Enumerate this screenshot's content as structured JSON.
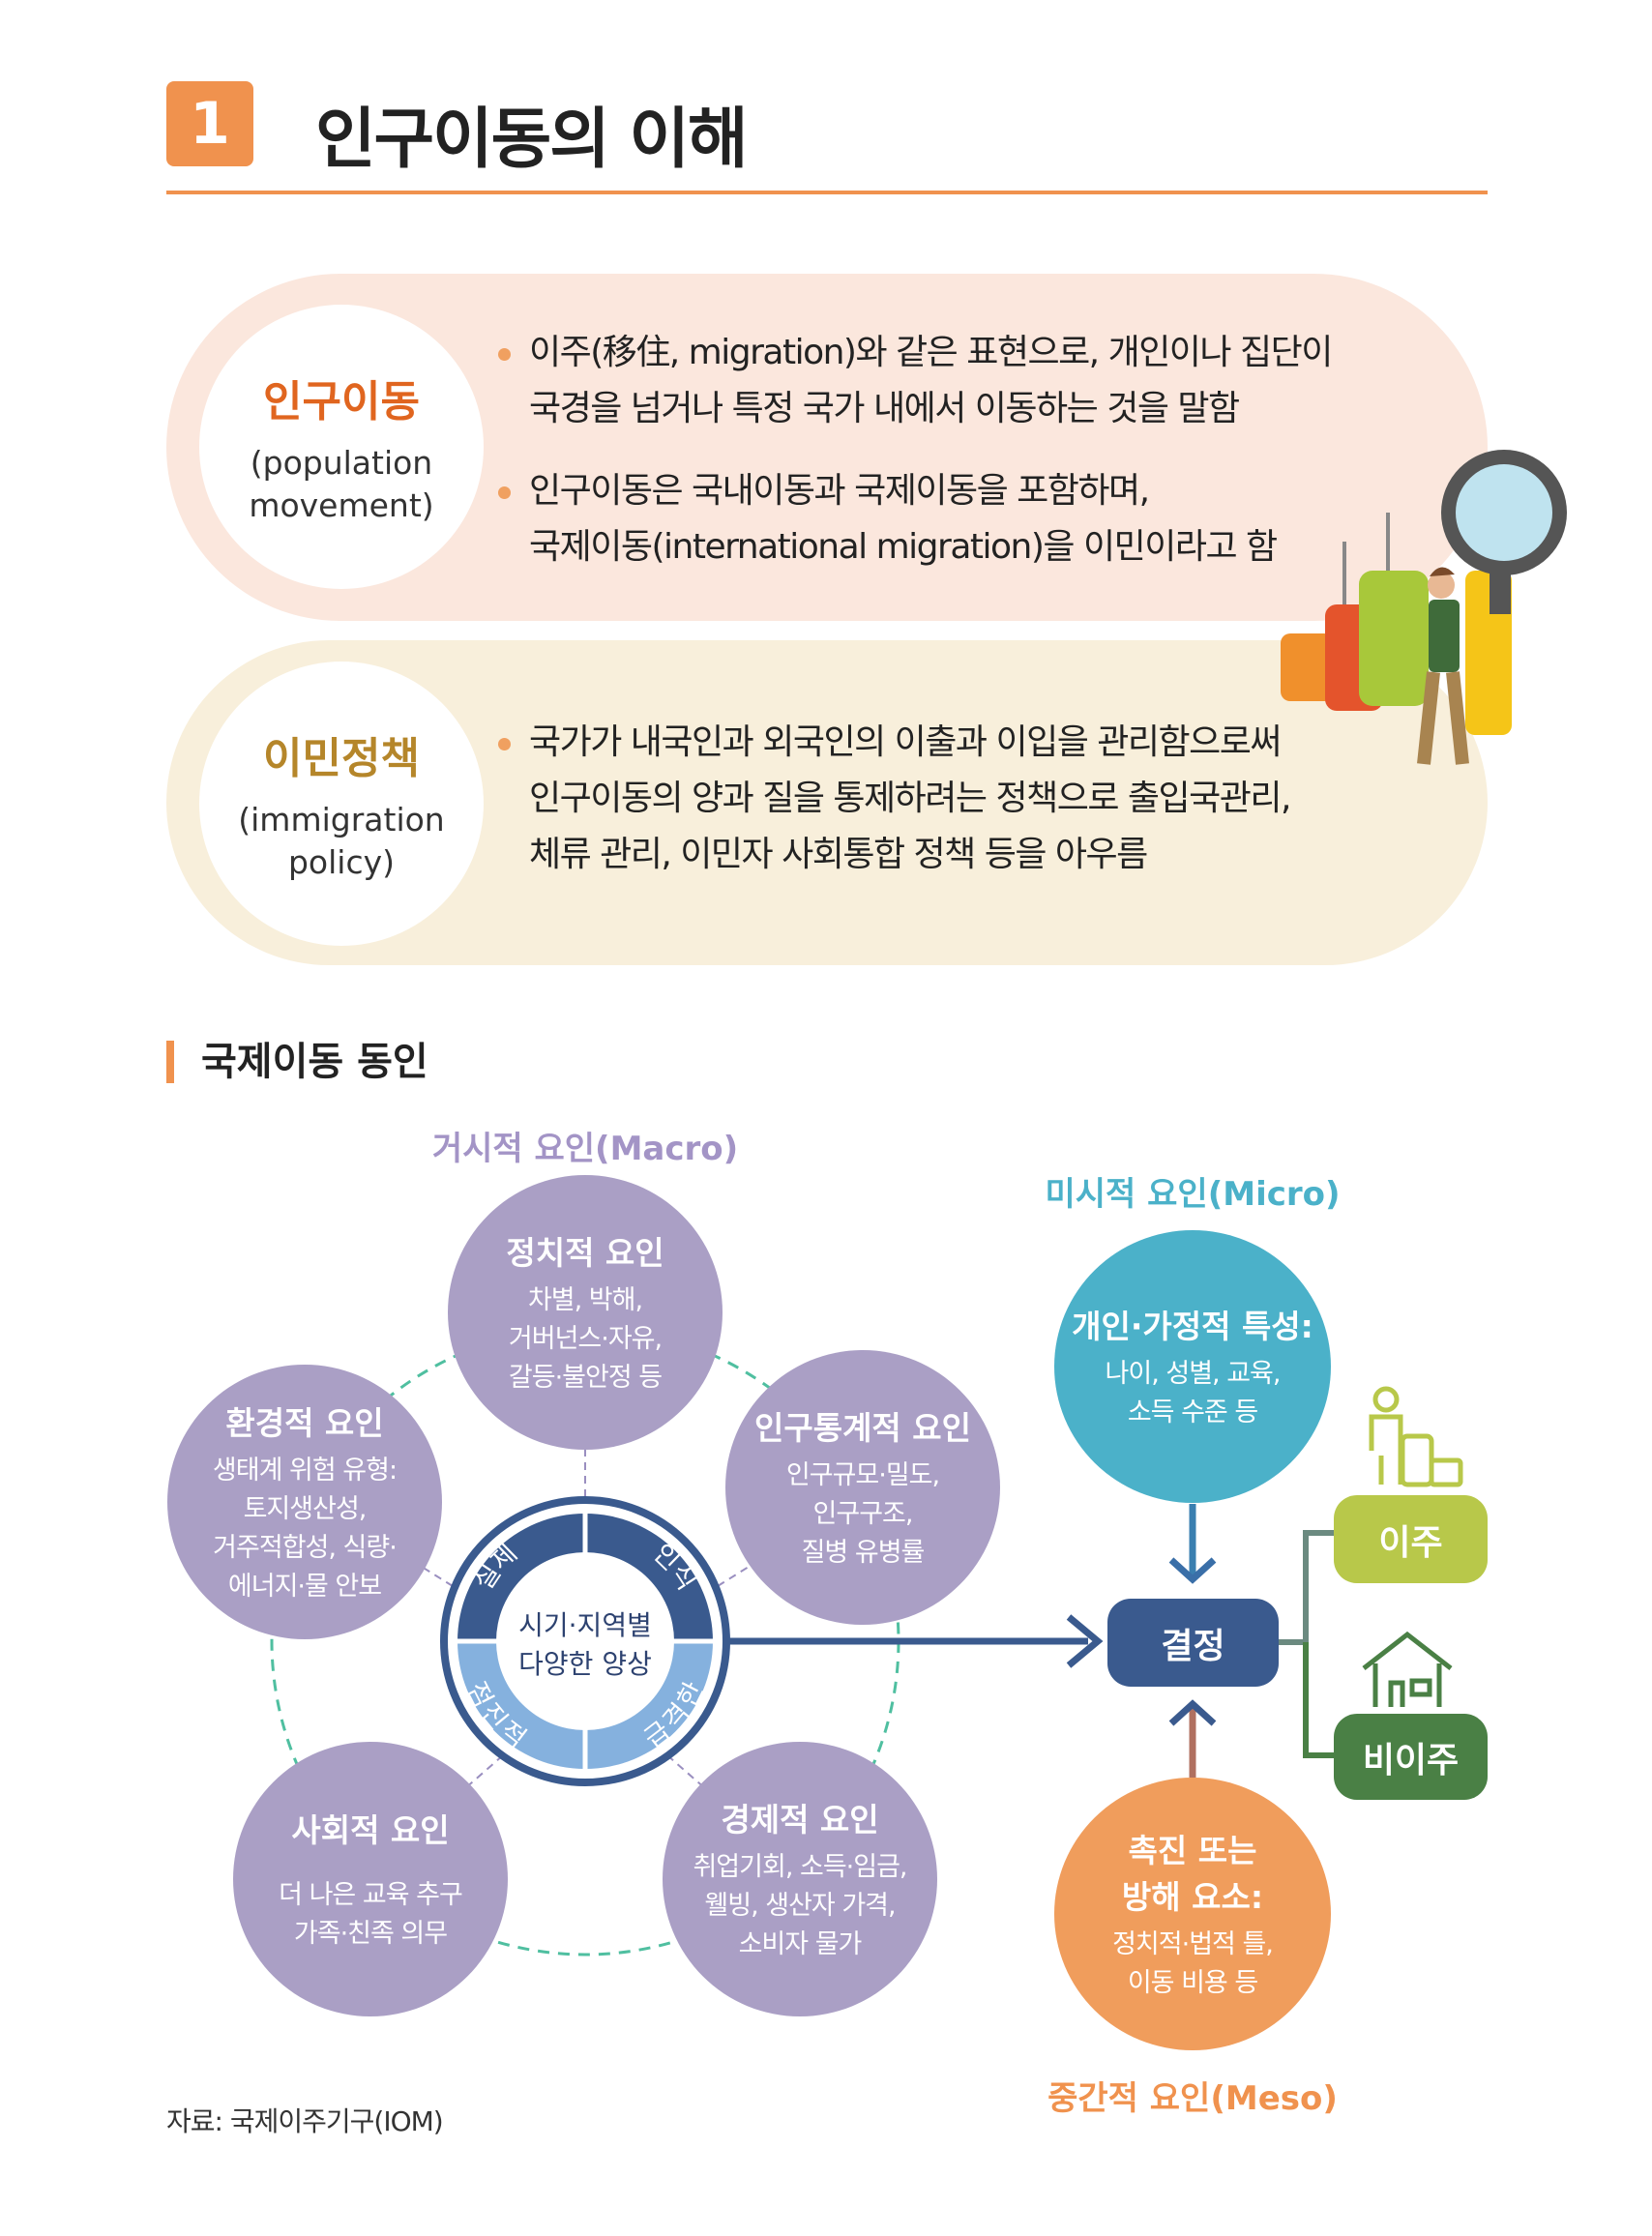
{
  "header": {
    "number": "1",
    "title": "인구이동의 이해"
  },
  "definitions": [
    {
      "term": "인구이동",
      "english": [
        "(population",
        "movement)"
      ],
      "bullets": [
        [
          "이주(移住, migration)와 같은 표현으로, 개인이나 집단이",
          "국경을 넘거나 특정 국가 내에서 이동하는 것을 말함"
        ],
        [
          "인구이동은 국내이동과 국제이동을 포함하며,",
          "국제이동(international migration)을 이민이라고 함"
        ]
      ]
    },
    {
      "term": "이민정책",
      "english": [
        "(immigration",
        "policy)"
      ],
      "bullets": [
        [
          "국가가 내국인과 외국인의 이출과 이입을 관리함으로써",
          "인구이동의 양과 질을 통제하려는 정책으로 출입국관리,",
          "체류 관리, 이민자 사회통합 정책 등을 아우름"
        ]
      ]
    }
  ],
  "section_title": "국제이동 동인",
  "diagram": {
    "macro_label": "거시적 요인(Macro)",
    "micro_label": "미시적 요인(Micro)",
    "meso_label": "중간적 요인(Meso)",
    "factors": [
      {
        "title": "정치적 요인",
        "lines": [
          "차별, 박해,",
          "거버넌스·자유,",
          "갈등·불안정 등"
        ]
      },
      {
        "title": "인구통계적 요인",
        "lines": [
          "인구규모·밀도,",
          "인구구조,",
          "질병 유병률"
        ]
      },
      {
        "title": "환경적 요인",
        "lines": [
          "생태계 위험 유형:",
          "토지생산성,",
          "거주적합성, 식량·",
          "에너지·물 안보"
        ]
      },
      {
        "title": "사회적 요인",
        "lines": [
          "더 나은 교육 추구",
          "가족·친족 의무"
        ]
      },
      {
        "title": "경제적 요인",
        "lines": [
          "취업기회, 소득·임금,",
          "웰빙, 생산자 가격,",
          "소비자 물가"
        ]
      }
    ],
    "center": {
      "lines": [
        "시기·지역별",
        "다양한 양상"
      ],
      "segments": [
        "실제",
        "인식",
        "점진적",
        "급격한"
      ]
    },
    "micro": {
      "title": "개인·가정적 특성:",
      "lines": [
        "나이, 성별, 교육,",
        "소득 수준 등"
      ]
    },
    "meso": {
      "title": [
        "촉진 또는",
        "방해 요소:"
      ],
      "lines": [
        "정치적·법적 틀,",
        "이동 비용 등"
      ]
    },
    "decision": "결정",
    "outcomes": [
      "이주",
      "비이주"
    ]
  },
  "source": "자료: 국제이주기구(IOM)",
  "colors": {
    "accent": "#f0924e",
    "purple": "#aa9fc5",
    "teal": "#4bb1c9",
    "navy": "#3a5a8e",
    "meso": "#f09d5c",
    "migrate": "#b8c84a",
    "stay": "#4a8045"
  }
}
